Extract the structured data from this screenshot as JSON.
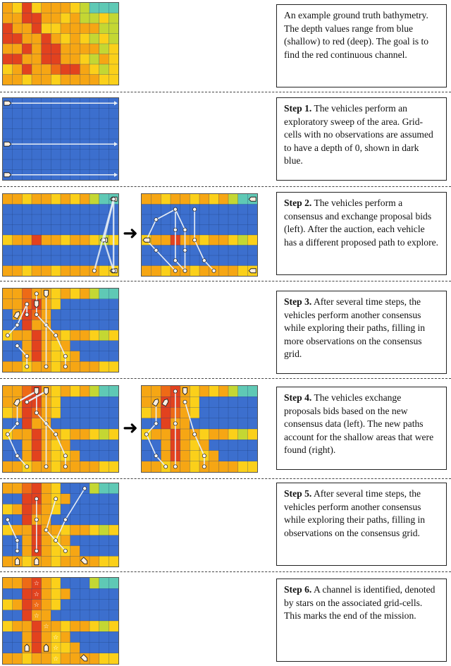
{
  "colors": {
    "red": "#e2421e",
    "orange_red": "#ee6a16",
    "orange": "#f6a614",
    "yellow": "#fbd01a",
    "light_green": "#c4d733",
    "teal": "#5fc9b5",
    "blue": "#3c6fce",
    "grid_line": "#1f3d7a",
    "path": "#e8eef5"
  },
  "steps": [
    {
      "id": "step0",
      "step_label": "",
      "text": "An example ground truth bathymetry. The depth values range from blue (shallow) to red (deep). The goal is to find the red continuous channel."
    },
    {
      "id": "step1",
      "step_label": "Step 1.",
      "text": "The vehicles perform an exploratory sweep of the area. Grid-cells with no observations are assumed to have a depth of 0, shown in dark blue."
    },
    {
      "id": "step2",
      "step_label": "Step 2.",
      "text": "The vehicles perform a consensus and exchange proposal bids (left). After the auction, each vehicle has a different proposed path to explore."
    },
    {
      "id": "step3",
      "step_label": "Step 3.",
      "text": "After several time steps, the vehicles perform another consensus while exploring their paths, filling in more observations on the consensus grid."
    },
    {
      "id": "step4",
      "step_label": "Step 4.",
      "text": "The vehicles exchange proposals bids based on the new consensus data (left). The new paths account for the shallow areas that were found (right)."
    },
    {
      "id": "step5",
      "step_label": "Step 5.",
      "text": "After several time steps, the vehicles perform another consensus while exploring their paths, filling in observations on the consensus grid."
    },
    {
      "id": "step6",
      "step_label": "Step 6.",
      "text": "A channel is identified, denoted by stars on the associated grid-cells. This marks the end of the mission."
    }
  ],
  "transition_arrow": "➜"
}
